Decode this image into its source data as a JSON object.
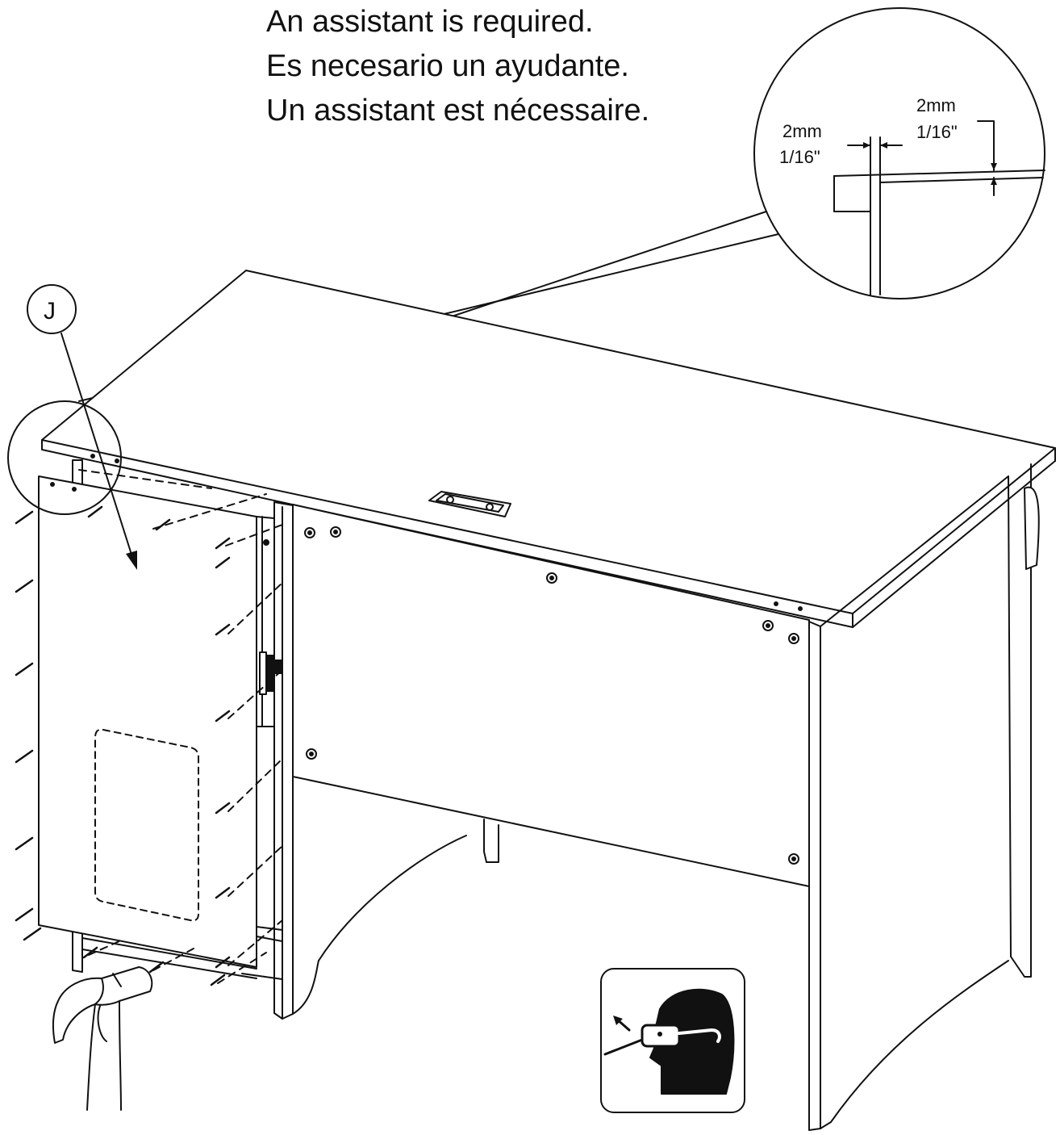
{
  "instructions": {
    "line_en": "An assistant is required.",
    "line_es": "Es necesario un ayudante.",
    "line_fr": "Un assistant est nécessaire."
  },
  "detail": {
    "gap_side_mm": "2mm",
    "gap_side_in": "1/16\"",
    "gap_top_mm": "2mm",
    "gap_top_in": "1/16\""
  },
  "part": {
    "label": "J"
  },
  "icons": {
    "safety": "safety-glasses-icon",
    "tool": "hammer-icon"
  },
  "colors": {
    "line": "#111111",
    "background": "#ffffff"
  }
}
